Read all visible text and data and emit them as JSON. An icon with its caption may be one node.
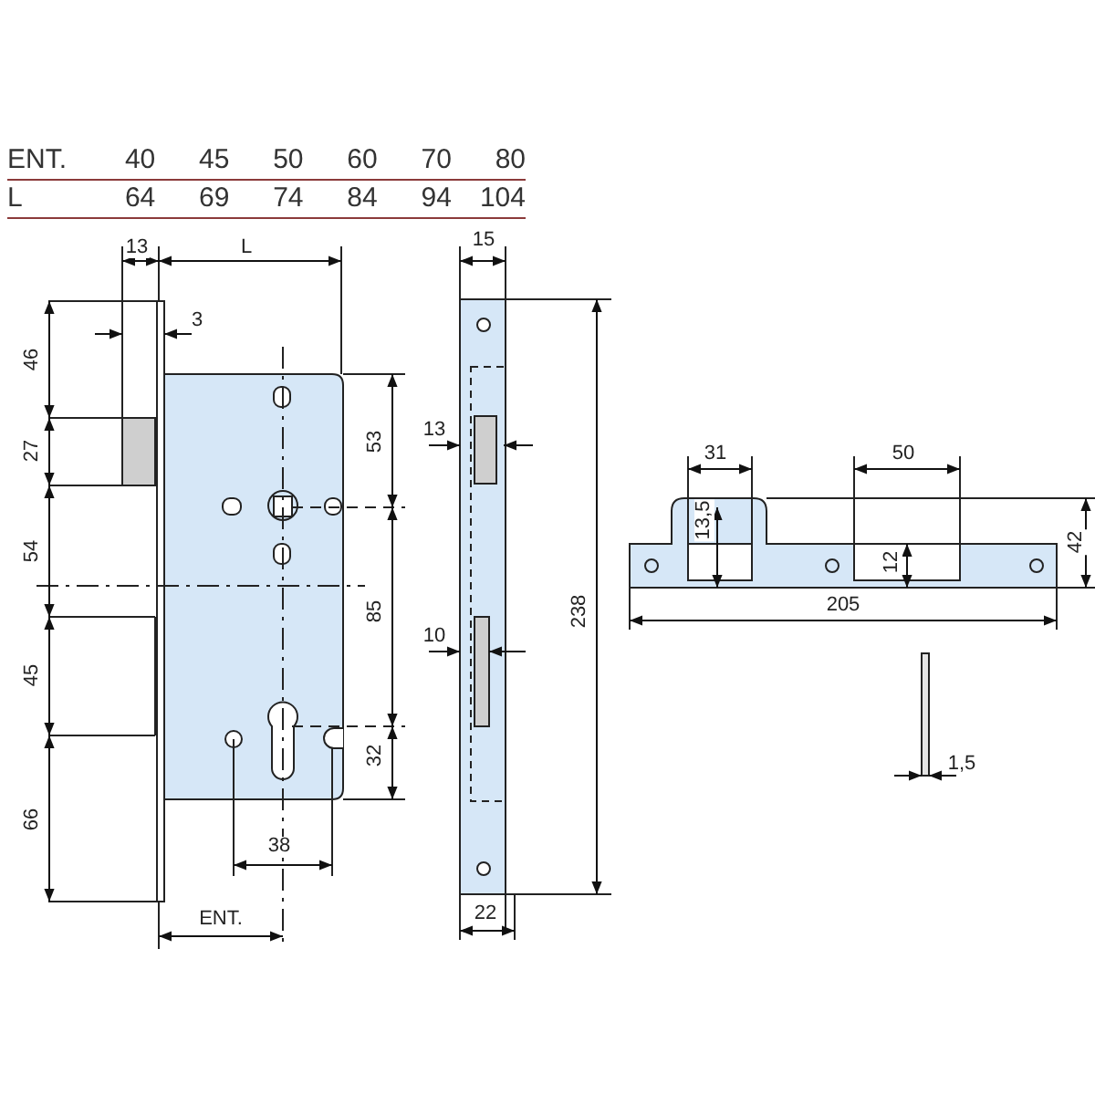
{
  "diagram": {
    "labels": [
      "ENT.",
      "40",
      "45",
      "50",
      "60",
      "70",
      "80",
      "L",
      "64",
      "69",
      "74",
      "84",
      "94",
      "104",
      "13",
      "L",
      "15",
      "3",
      "46",
      "53",
      "13",
      "27",
      "31",
      "50",
      "54",
      "13,5",
      "12",
      "42",
      "85",
      "10",
      "238",
      "205",
      "45",
      "32",
      "1,5",
      "66",
      "38",
      "ENT.",
      "22"
    ]
  }
}
